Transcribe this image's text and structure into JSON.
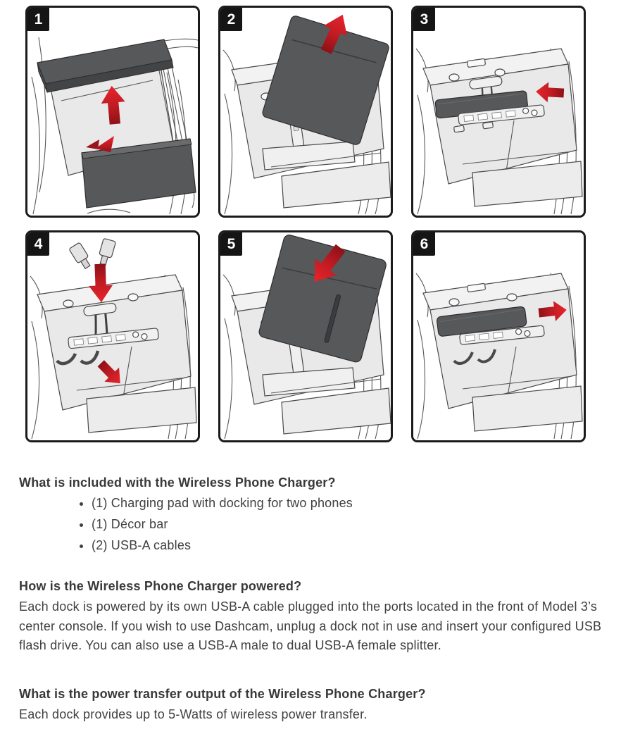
{
  "colors": {
    "accent_red": "#d8232b",
    "dark_part": "#57585a",
    "panel_border": "#1b1b1b",
    "badge_bg": "#151515",
    "text": "#3f4041"
  },
  "panels": {
    "items": [
      {
        "number": "1",
        "arrow": "up"
      },
      {
        "number": "2",
        "arrow": "up-right"
      },
      {
        "number": "3",
        "arrow": "left"
      },
      {
        "number": "4",
        "arrow": "down"
      },
      {
        "number": "5",
        "arrow": "down-left"
      },
      {
        "number": "6",
        "arrow": "right"
      }
    ]
  },
  "faq": {
    "included": {
      "heading": "What is included with the Wireless Phone Charger?",
      "bullets": [
        "(1) Charging pad with docking for two phones",
        "(1) Décor bar",
        "(2) USB-A cables"
      ]
    },
    "powered": {
      "heading": "How is the Wireless Phone Charger powered?",
      "body": "Each dock is powered by its own USB-A cable plugged into the ports located in the front of Model 3’s center console. If you wish to use Dashcam, unplug a dock not in use and insert your configured USB flash drive. You can also use a USB-A male to dual USB-A female splitter."
    },
    "output": {
      "heading": "What is the power transfer output of the Wireless Phone Charger?",
      "body": "Each dock provides up to 5-Watts of wireless power transfer."
    }
  }
}
